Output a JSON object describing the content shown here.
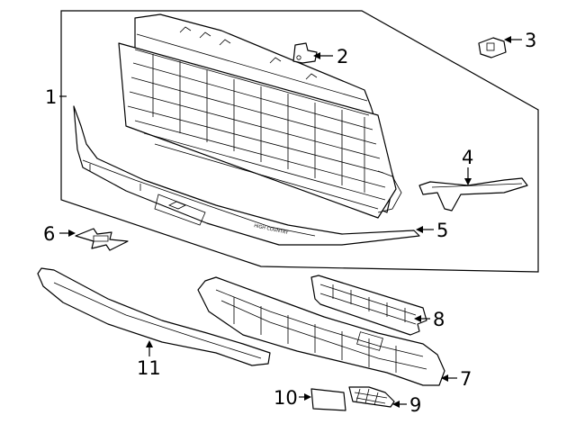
{
  "callouts": [
    {
      "id": "1",
      "label": "1"
    },
    {
      "id": "2",
      "label": "2"
    },
    {
      "id": "3",
      "label": "3"
    },
    {
      "id": "4",
      "label": "4"
    },
    {
      "id": "5",
      "label": "5"
    },
    {
      "id": "6",
      "label": "6"
    },
    {
      "id": "7",
      "label": "7"
    },
    {
      "id": "8",
      "label": "8"
    },
    {
      "id": "9",
      "label": "9"
    },
    {
      "id": "10",
      "label": "10"
    },
    {
      "id": "11",
      "label": "11"
    }
  ],
  "molding_text": "HIGH COUNTRY"
}
